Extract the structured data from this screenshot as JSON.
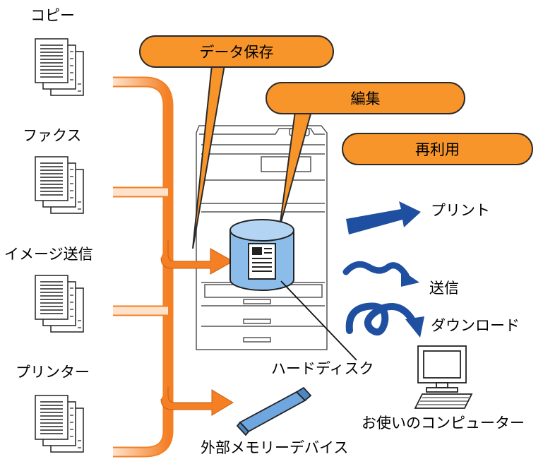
{
  "sources": [
    {
      "label": "コピー"
    },
    {
      "label": "ファクス"
    },
    {
      "label": "イメージ送信"
    },
    {
      "label": "プリンター"
    }
  ],
  "callouts": {
    "data_save": "データ保存",
    "edit": "編集",
    "reuse": "再利用"
  },
  "outputs": {
    "print": "プリント",
    "send": "送信",
    "download": "ダウンロード"
  },
  "device_labels": {
    "hard_disk": "ハードディスク",
    "computer": "お使いのコンピューター",
    "external_memory": "外部メモリーデバイス"
  },
  "colors": {
    "callout_orange": "#f7952b",
    "arrow_orange": "#f47f24",
    "arrow_blue": "#1f4fa0",
    "cylinder_blue": "#8cbdea"
  }
}
